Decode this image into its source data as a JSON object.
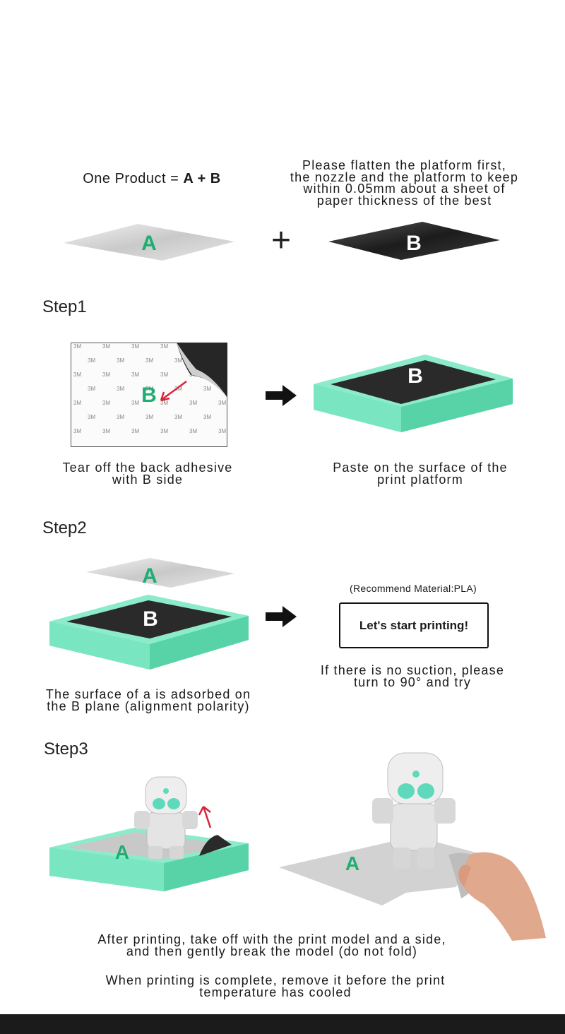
{
  "intro": {
    "formula_prefix": "One  Product = ",
    "formula_bold": "A + B",
    "note_lines": [
      "Please flatten the platform first,",
      "the nozzle and the platform to keep",
      "within 0.05mm about a sheet of",
      "paper thickness of the best"
    ],
    "sheet_a_label": "A",
    "plus_sign": "+",
    "sheet_b_label": "B"
  },
  "step1": {
    "title": "Step1",
    "sticker_text": "3M",
    "sheet_label": "B",
    "platform_label": "B",
    "left_caption": [
      "Tear off the back adhesive",
      "with B side"
    ],
    "right_caption": [
      "Paste on the surface of the",
      "print platform"
    ]
  },
  "step2": {
    "title": "Step2",
    "top_sheet_label": "A",
    "platform_label": "B",
    "recommend": "(Recommend  Material:PLA)",
    "start_button": "Let's start printing!",
    "right_caption": [
      "If there is no suction, please",
      "turn to 90° and try"
    ],
    "left_caption": [
      "The surface of a is adsorbed on",
      "the B plane (alignment polarity)"
    ]
  },
  "step3": {
    "title": "Step3",
    "platform_label": "A",
    "sheet_label": "A",
    "caption1": [
      "After printing, take off with the print model and a side,",
      "and then gently break the model (do not fold)"
    ],
    "caption2": [
      "When printing is complete, remove it before the print",
      "temperature has cooled"
    ]
  },
  "colors": {
    "mint": "#6ee0b8",
    "mint_dark": "#4ec79d",
    "label_green": "#1fae72",
    "dark_sheet": "#2a2a2a",
    "footer": "#1b1b1b"
  }
}
